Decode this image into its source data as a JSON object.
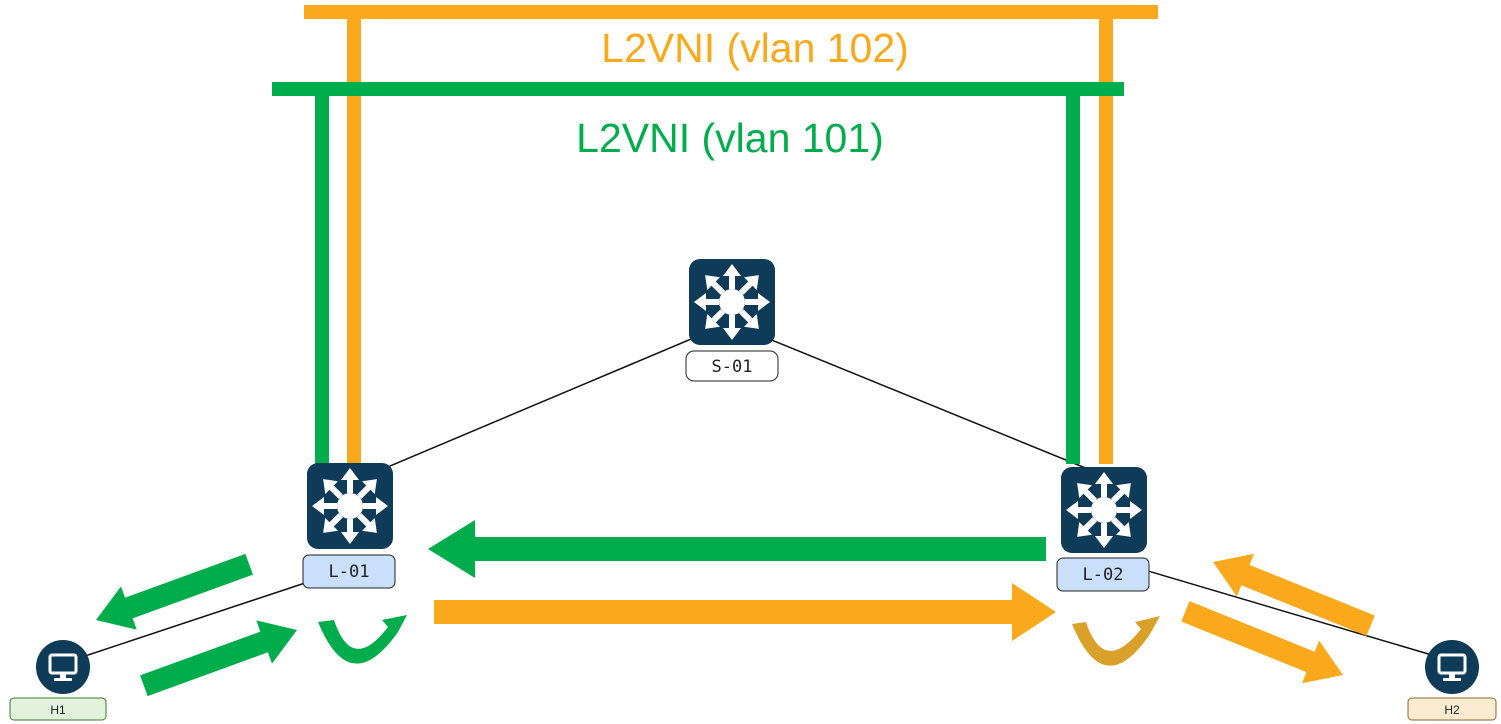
{
  "overlays": [
    {
      "label": "L2VNI (vlan 102)",
      "color": "#F9A91B"
    },
    {
      "label": "L2VNI (vlan 101)",
      "color": "#00AC4B"
    }
  ],
  "nodes": {
    "spine": {
      "label": "S-01",
      "type": "switch"
    },
    "leaf1": {
      "label": "L-01",
      "type": "switch"
    },
    "leaf2": {
      "label": "L-02",
      "type": "switch"
    },
    "host1": {
      "label": "H1",
      "type": "host"
    },
    "host2": {
      "label": "H2",
      "type": "host"
    }
  },
  "colors": {
    "device": "#0E3B57",
    "vlan101": "#00AC4B",
    "vlan102": "#F9A91B",
    "leaf_label_bg": "#C9DFFA",
    "h1_label_bg": "#E3F2DC",
    "h2_label_bg": "#FBEBD0",
    "u_turn_orange": "#D9A12A"
  }
}
